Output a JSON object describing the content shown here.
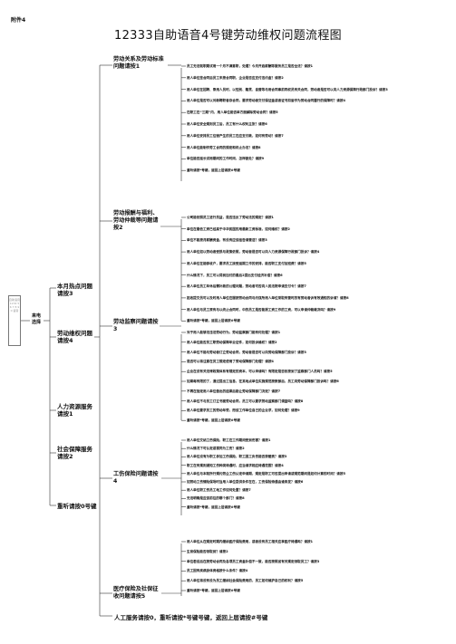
{
  "annex": "附件4",
  "title": "12333自助语音4号键劳动维权问题流程图",
  "root_label": "自助语音1234 5 6 7 8 9 0 语音",
  "level1_label": "来电选择",
  "level2": [
    "本月热点问题请按3",
    "劳动维权问题请按4",
    "人力资源服务请按1",
    "社会保障服务请按2",
    "重听请按0号键"
  ],
  "level3": [
    "劳动关系及劳动标准问题请按1",
    "劳动报酬与福利、劳动仲裁等问题请按2",
    "劳动监察问题请按3",
    "工伤保险问题请按4",
    "医疗保险及社保征收问题请按5"
  ],
  "groups": [
    {
      "items": [
        "员工无法就职期试用一个月不满意职，处理？今月开启薪酬等服务员工是否全法？请按1",
        "用人单位签合同后员工未按合同职，企业是否应支付违约金？请按2",
        "用人单位在招聘、录用人员时，以性别、籍贯、自营等与用合同事前同权员有关合同，劳动者是否可以向人力资源保障行政部门投诉？请按3",
        "用人单位是否可以对新聘职者存合同，要求劳动者交付保证金或者证书扣留作为劳动合同履行的保障时？请按4",
        "在职工在“三期”内，用人单位能否单方面解除劳动合同？请按5",
        "用人单位安全规则员工后，员工有什么权利主张？请按6",
        "用人单位安排员工住宿产生的员工在应支付款，如何有劳动？请按7",
        "用人单位能制作劳工合同的规定和终止办法？请按8",
        "单位能否延长试用期间的工作时间，怎样做处？请按9",
        "重听请按*号键，返回上层请按#号键"
      ]
    },
    {
      "items": [
        "公司能依照员工进行员益，是否违反了劳动法的规定？请按1",
        "单位在最低工资已经高于中华民国的用最新工资标准，如何维权？请按2",
        "单位不能按月薪酬资金，有没有应该给告请营活？请按3",
        "用人单位如以劳动者受损与政策依照，劳动者是否可以向人力资源保障行政部门投诉？请按4",
        "用人单位在能够收户，要求员工接受延期工作的安排，能否职工支付加班费？请按5",
        "什么情况下，员工可以得到加付的最后2提出支付经济补偿？请按6",
        "用人单位员工年休后需补款的公理问题，劳动者可否向人民法院申请支付令？请按7",
        "拒收提交员可以及时用人单位在服按劳动合同与约谋所用人单位采取有营时的有劳动者诉有效通知的诉请？请按8",
        "用人单位与员工原有与以终止合同时，中的员工是否能报工资工作的工资，可以申请仲裁裁决吗？请按9",
        "重听请按*号键，返回上层请按#号键"
      ]
    },
    {
      "items": [
        "对于用人能够法违法劳动行为，劳动监察部门能有何处理？请按1",
        "用人单位能否员工职劳动保障年业证件，如何投诉维权？请按2",
        "用人单位不能与劳动者订立劳动合同，劳动者是否可以向劳动保障部门投诉？请按3",
        "是否可以将注意在员工规定使用了劳动保障部门处理？请按4",
        "企业在没有关法律政策体系有规定的资本，可以申请吗？有限定是否依按到了监察部门人员吗？请按5",
        "如果每有限的了，通过提出工信息，在某地点单位实施规范按数部后，员工向劳动保障部门投诉吗？请按6",
        "不再在指定用人单位做出的结果后能让劳动保障部门决定？请按7",
        "用人单位不与员工订立书面劳动合同，员工可以要求劳动监察部门调查吗？请按8",
        "用人单位要求员工的劳动年劳，而该工作单位自己的企业求，如何处理？请按9",
        "重听请按*号键，返回上层请按#号键"
      ]
    },
    {
      "items": [
        "用人单位交纳工伤保险，职工在工作期间受到伤害？请按1",
        "什么情况下可认定或视同为工伤？请按2",
        "用人单位没有为职工参加工伤保险，职工因工负伤能否获赔责？请按3",
        "职工在有规则通知工伤种类待遇时，应当请求相应待遇范围？请按4",
        "用人单位与本就所行规约劳企工伤认定申请期，规定是职工可否提出申请或规范期间是如何计算的时间？请按5",
        "如劳动工伤情险保场时当用人单位提供条件在在，工伤保险待遇由谁来发？请按6",
        "用人单位职工伤员工地工作如何处置？请按7",
        "无法明确是应该前往的哪个部门？请按8",
        "重听请按*号键，返回上层请按#号键"
      ]
    },
    {
      "items": [
        "用人单位从在规定时期内缴纳医疗保险费用，或者没有员工相关应享医疗待遇吗？请按1",
        "生育保险能否领取到？请按2",
        "单位若设后在按劳动合同及各项员工资金补偿不一致，能否按照省有关规定领取员工？请按3",
        "员工因有疾病身体资格按什么条件？请按4",
        "用人单位将没有没为员工缴纳社会保险费用的，员工如何维护自己的权利？请按5",
        "重听请按*号键，返回上层请按#号键"
      ]
    }
  ],
  "footer": "人工服务请按0，重听请按*号键号键，返回上层请按#号键"
}
